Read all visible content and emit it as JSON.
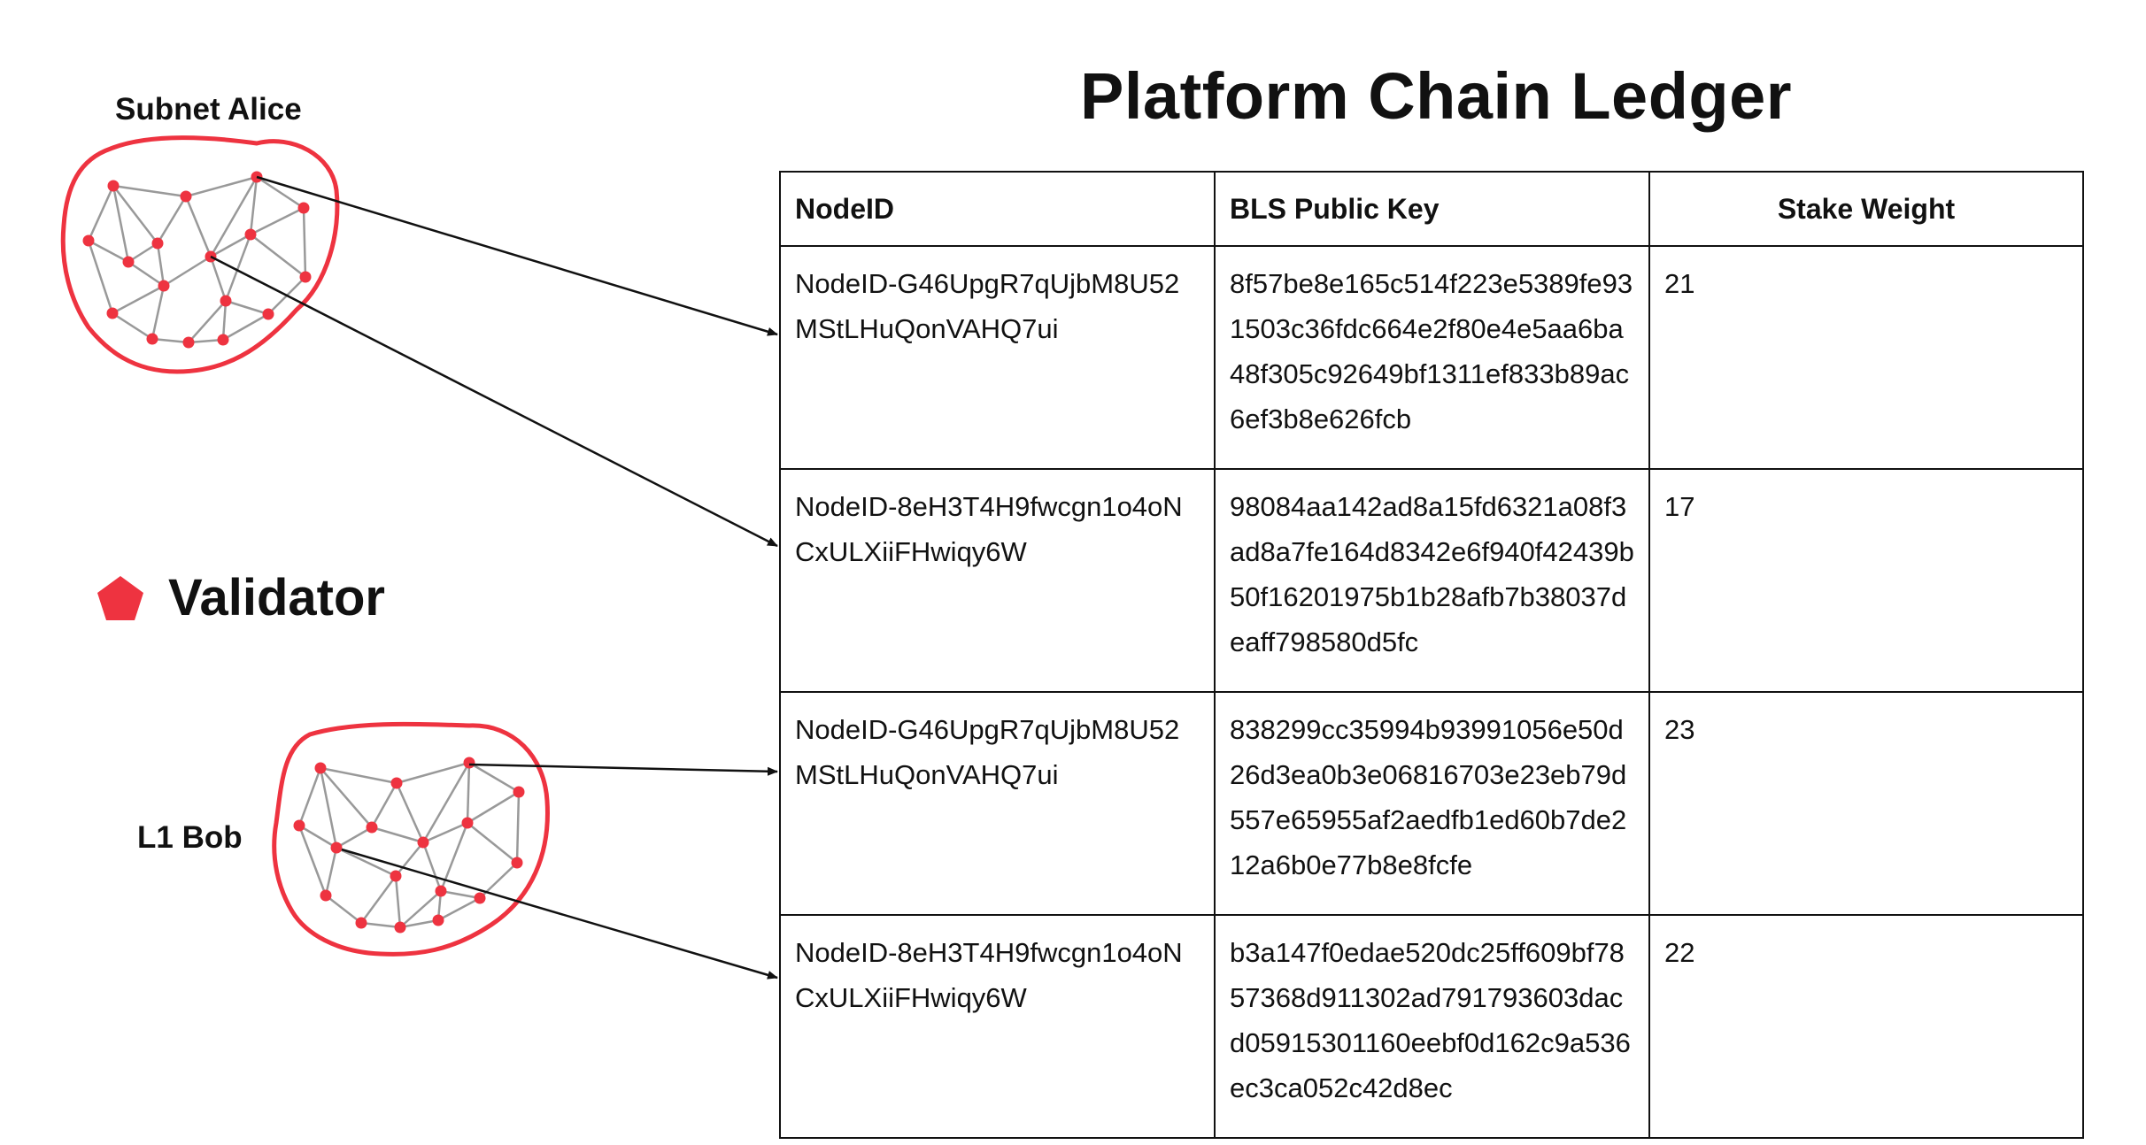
{
  "title": "Platform Chain Ledger",
  "legend": {
    "label": "Validator",
    "icon": "pentagon-icon",
    "color": "#ee3340"
  },
  "subnets": [
    {
      "label": "Subnet Alice"
    },
    {
      "label": "L1 Bob"
    }
  ],
  "table": {
    "headers": [
      "NodeID",
      "BLS Public Key",
      "Stake Weight"
    ],
    "rows": [
      {
        "node_id": "NodeID-G46UpgR7qUjbM8U52MStLHuQonVAHQ7ui",
        "bls_key": "8f57be8e165c514f223e5389fe931503c36fdc664e2f80e4e5aa6ba48f305c92649bf1311ef833b89ac6ef3b8e626fcb",
        "stake": "21"
      },
      {
        "node_id": "NodeID-8eH3T4H9fwcgn1o4oNCxULXiiFHwiqy6W",
        "bls_key": "98084aa142ad8a15fd6321a08f3ad8a7fe164d8342e6f940f42439b50f16201975b1b28afb7b38037deaff798580d5fc",
        "stake": "17"
      },
      {
        "node_id": "NodeID-G46UpgR7qUjbM8U52MStLHuQonVAHQ7ui",
        "bls_key": "838299cc35994b93991056e50d26d3ea0b3e06816703e23eb79d557e65955af2aedfb1ed60b7de212a6b0e77b8e8fcfe",
        "stake": "23"
      },
      {
        "node_id": "NodeID-8eH3T4H9fwcgn1o4oNCxULXiiFHwiqy6W",
        "bls_key": "b3a147f0edae520dc25ff609bf7857368d911302ad791793603dacd05915301160eebf0d162c9a536ec3ca052c42d8ec",
        "stake": "22"
      }
    ]
  },
  "colors": {
    "accent": "#ee3340",
    "edge": "#999999",
    "line": "#111111"
  }
}
